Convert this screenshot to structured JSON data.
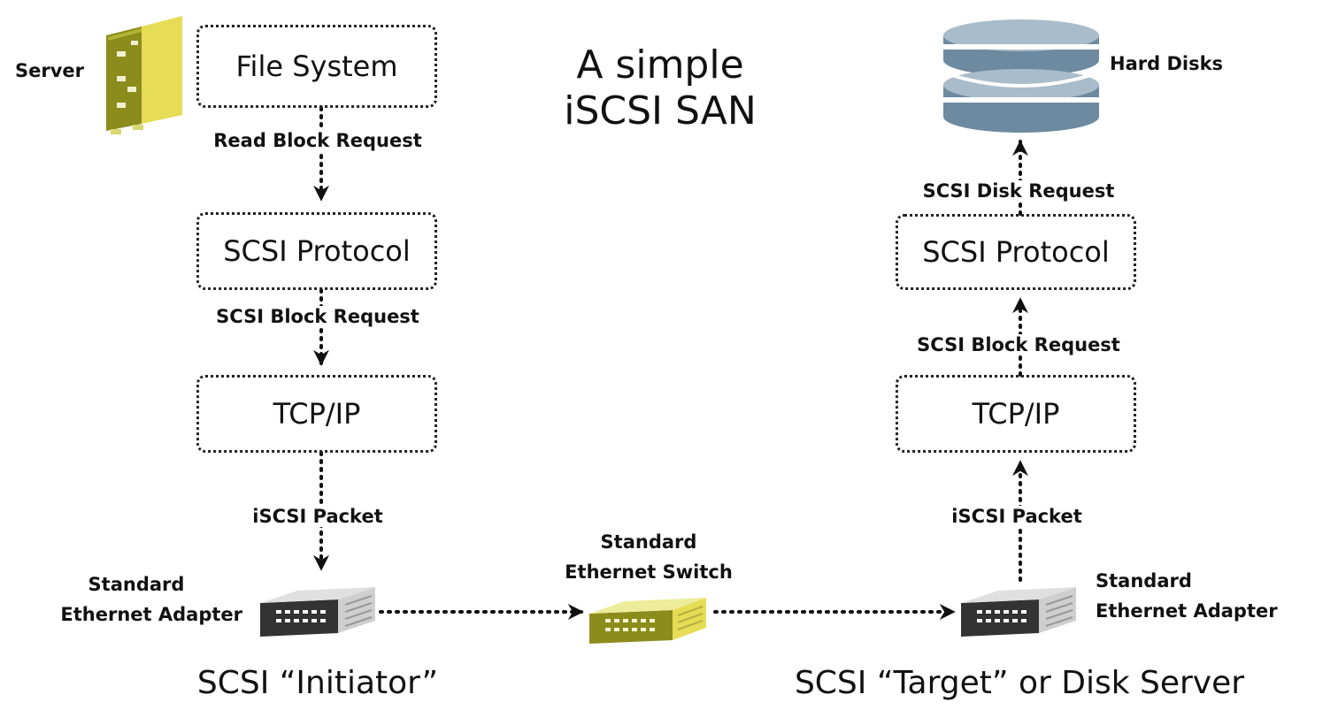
{
  "title": {
    "line1": "A simple",
    "line2": "iSCSI SAN"
  },
  "initiator": {
    "server_label": "Server",
    "boxes": {
      "file_system": "File System",
      "scsi_protocol": "SCSI Protocol",
      "tcp_ip": "TCP/IP"
    },
    "arrows": {
      "read_block": "Read Block Request",
      "scsi_block": "SCSI Block Request",
      "iscsi_packet": "iSCSI Packet"
    },
    "adapter_label": {
      "line1": "Standard",
      "line2": "Ethernet Adapter"
    },
    "caption": "SCSI “Initiator”"
  },
  "switch": {
    "line1": "Standard",
    "line2": "Ethernet Switch"
  },
  "target": {
    "disks_label": "Hard Disks",
    "boxes": {
      "scsi_protocol": "SCSI Protocol",
      "tcp_ip": "TCP/IP"
    },
    "arrows": {
      "scsi_disk": "SCSI Disk Request",
      "scsi_block": "SCSI Block Request",
      "iscsi_packet": "iSCSI Packet"
    },
    "adapter_label": {
      "line1": "Standard",
      "line2": "Ethernet Adapter"
    },
    "caption": "SCSI “Target” or Disk Server"
  },
  "colors": {
    "server_olive": "#8c8c1c",
    "server_yellow": "#e6dc55",
    "disk_blue": "#8aa3b4",
    "device_dark": "#333333"
  }
}
